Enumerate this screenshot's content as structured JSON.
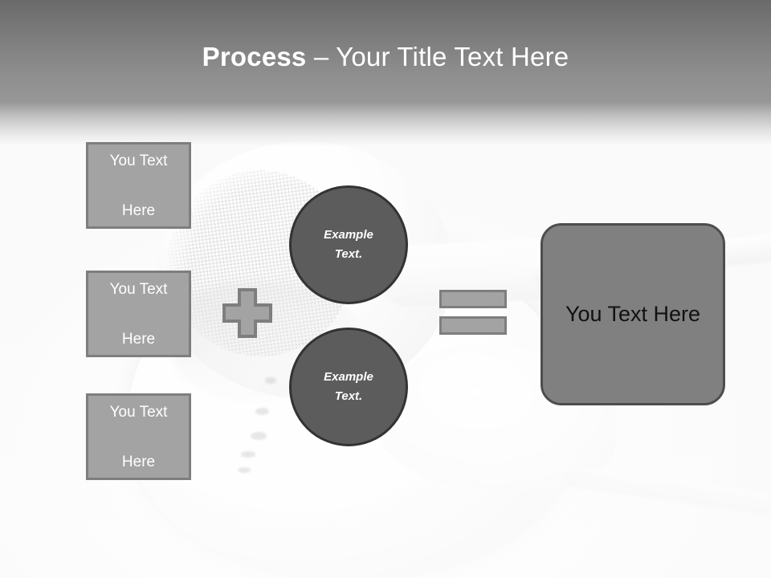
{
  "slide": {
    "title_strong": "Process",
    "title_rest": " – Your Title Text Here",
    "background_image_alt": "white earbud headphones photo"
  },
  "inputs": [
    {
      "label": "You Text Here",
      "line1": "You Text",
      "line2": "Here"
    },
    {
      "label": "You Text Here",
      "line1": "You Text",
      "line2": "Here"
    },
    {
      "label": "You Text Here",
      "line1": "You Text",
      "line2": "Here"
    }
  ],
  "operators": {
    "plus": "plus-sign",
    "equals": "equals-sign"
  },
  "circles": [
    {
      "line1": "Example",
      "line2": "Text."
    },
    {
      "line1": "Example",
      "line2": "Text."
    }
  ],
  "result": {
    "label": "You Text Here"
  },
  "colors": {
    "header_top": "#6a6a6a",
    "header_bottom": "#979797",
    "box_fill": "#a3a3a3",
    "box_border": "#7e7e7e",
    "circle_fill": "#5c5c5c",
    "circle_border": "#333333",
    "result_fill": "#808080",
    "result_border": "#4d4d4d",
    "title_text": "#ffffff",
    "box_text": "#ffffff",
    "result_text": "#111111"
  }
}
